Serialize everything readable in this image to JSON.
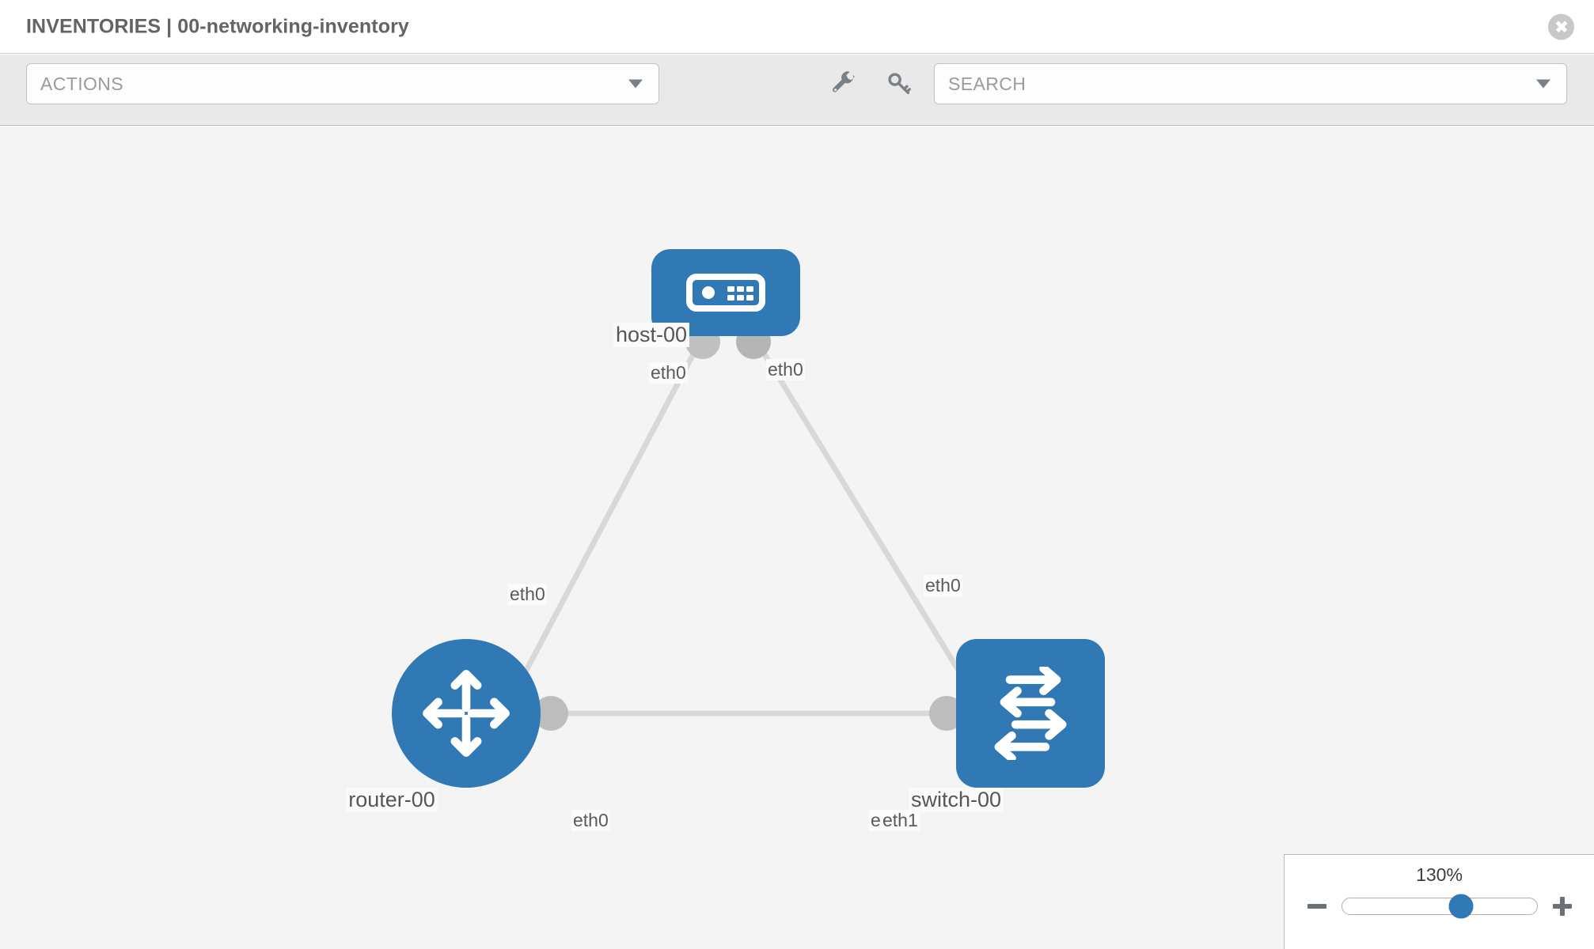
{
  "header": {
    "title": "INVENTORIES | 00-networking-inventory",
    "close_icon": "close-circle-icon"
  },
  "toolbar": {
    "actions_label": "ACTIONS",
    "search_placeholder": "SEARCH",
    "wrench_icon": "wrench-icon",
    "key_icon": "key-icon",
    "caret_icon": "chevron-down-icon"
  },
  "topology": {
    "accent_color": "#3079b5",
    "edge_color": "#d8d8d8",
    "connector_color": "#bdbdbd",
    "nodes": [
      {
        "id": "host",
        "label": "host-00",
        "icon": "server-icon",
        "shape": "rounded-rect"
      },
      {
        "id": "router",
        "label": "router-00",
        "icon": "router-arrows-icon",
        "shape": "circle"
      },
      {
        "id": "switch",
        "label": "switch-00",
        "icon": "switch-arrows-icon",
        "shape": "rounded-square"
      }
    ],
    "edge_labels": [
      {
        "id": "host-left",
        "text": "eth0"
      },
      {
        "id": "host-right",
        "text": "eth0"
      },
      {
        "id": "router-top",
        "text": "eth0"
      },
      {
        "id": "switch-top",
        "text": "eth0"
      },
      {
        "id": "router-right",
        "text": "eth0"
      },
      {
        "id": "switch-left-a",
        "text": "eth"
      },
      {
        "id": "switch-left-b",
        "text": "eth1"
      }
    ]
  },
  "zoom": {
    "value": "130%",
    "minus_icon": "minus-icon",
    "plus_icon": "plus-icon"
  }
}
